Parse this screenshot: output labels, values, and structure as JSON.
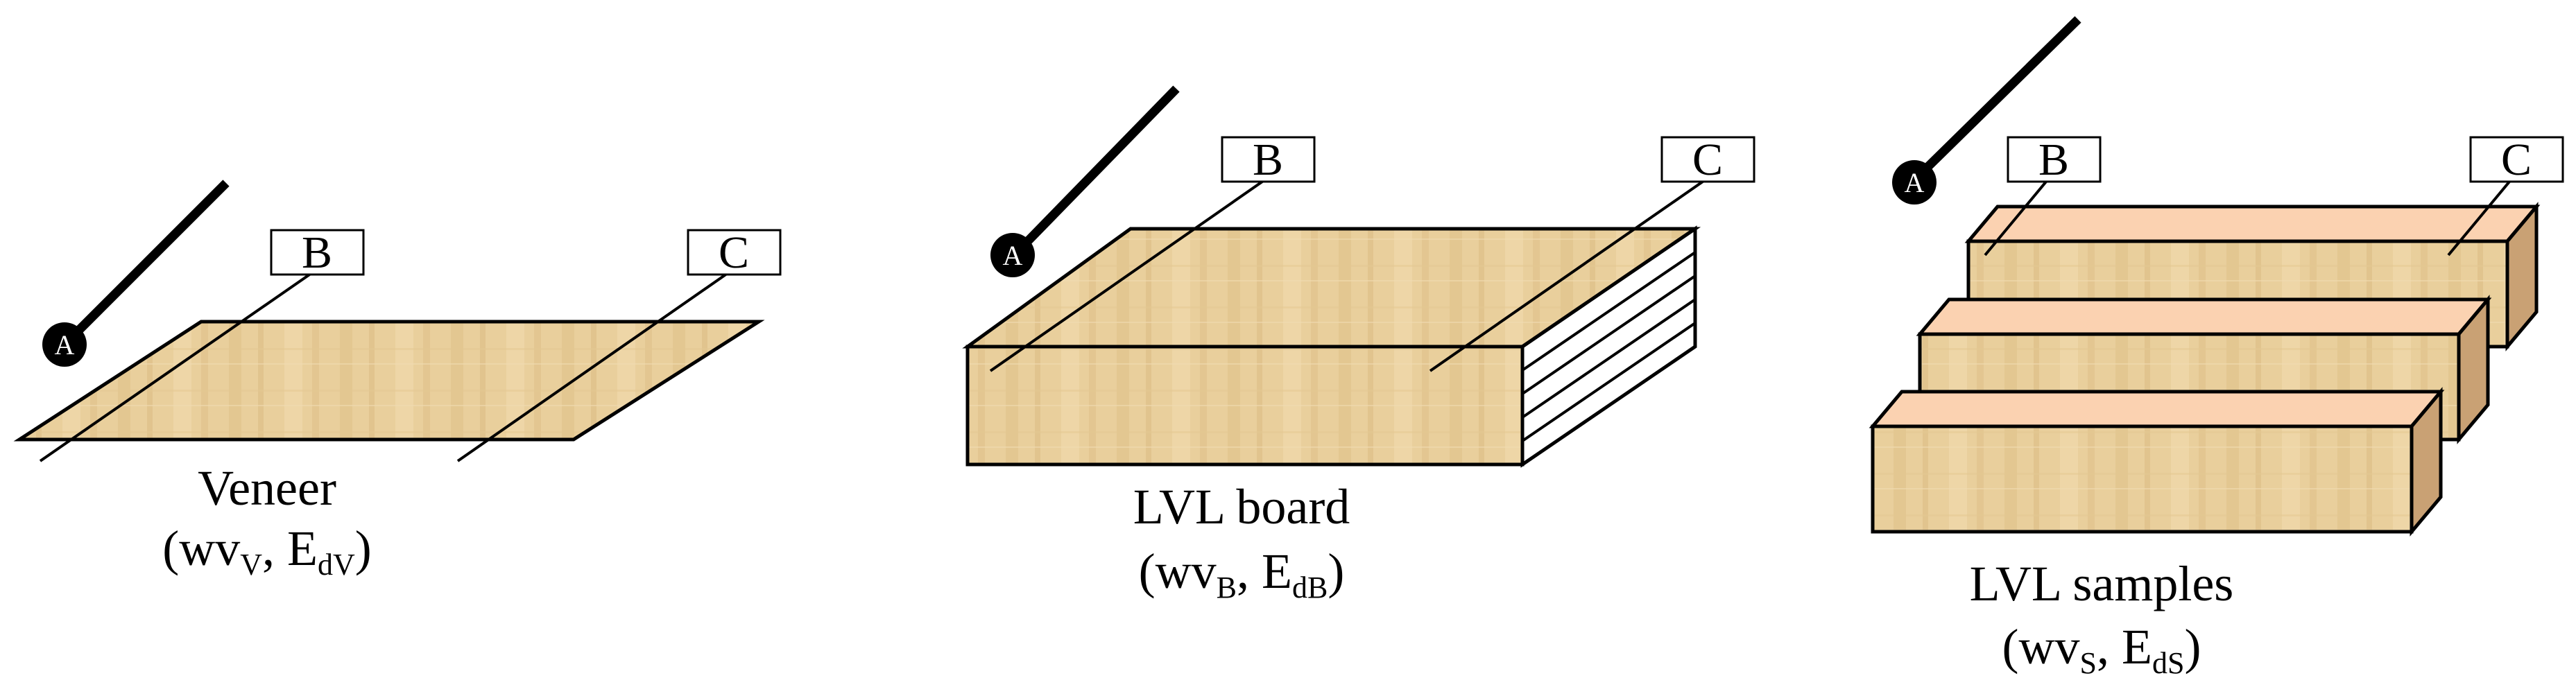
{
  "markers": {
    "a": "A",
    "b": "B",
    "c": "C"
  },
  "veneer": {
    "title": "Veneer",
    "open": "(wv",
    "sub1": "V",
    "mid": ", E",
    "sub2": "dV",
    "close": ")"
  },
  "board": {
    "title": "LVL board",
    "open": "(wv",
    "sub1": "B",
    "mid": ", E",
    "sub2": "dB",
    "close": ")"
  },
  "samples": {
    "title": "LVL samples",
    "open": "(wv",
    "sub1": "S",
    "mid": ", E",
    "sub2": "dS",
    "close": ")"
  },
  "colors": {
    "wood": "#e9cf9c",
    "sample_top": "#fbd2b1",
    "sample_side": "#c9a174",
    "line": "#000000"
  }
}
